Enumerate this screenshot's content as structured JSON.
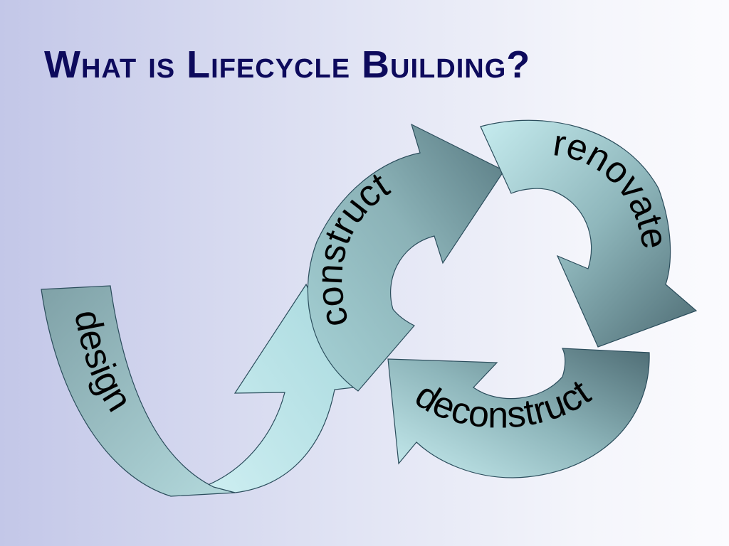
{
  "title": "What is Lifecycle Building?",
  "diagram": {
    "stages": [
      {
        "id": "design",
        "label": "design"
      },
      {
        "id": "construct",
        "label": "construct"
      },
      {
        "id": "renovate",
        "label": "renovate"
      },
      {
        "id": "deconstruct",
        "label": "deconstruct"
      }
    ],
    "colors": {
      "title": "#0d0a5c",
      "arrow_light": "#b9e2e6",
      "arrow_dark": "#4f6e76",
      "outline": "#2b4d5c"
    }
  }
}
